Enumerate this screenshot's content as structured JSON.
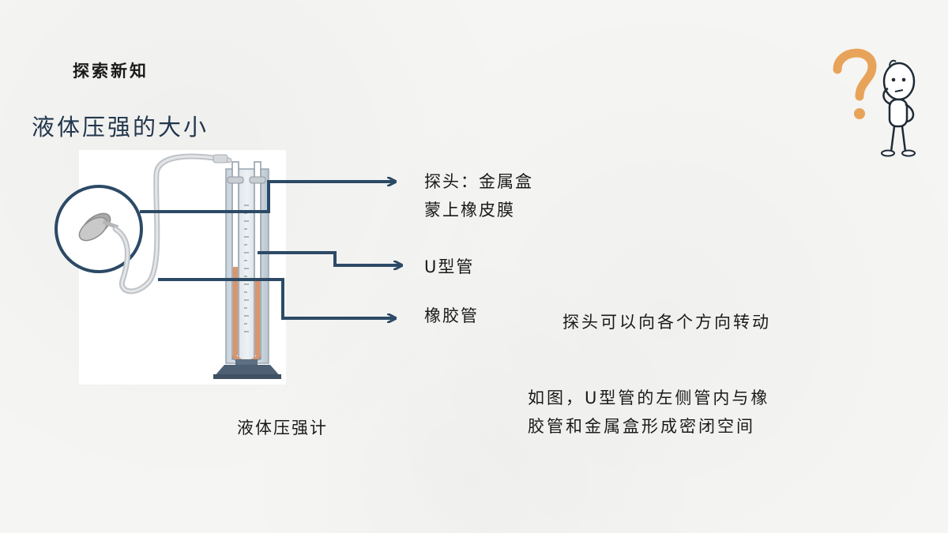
{
  "section_label": "探索新知",
  "title": "液体压强的大小",
  "labels": {
    "probe_line1": "探头：金属盒",
    "probe_line2": "蒙上橡皮膜",
    "u_tube": "U型管",
    "hose": "橡胶管"
  },
  "notes": {
    "rotate": "探头可以向各个方向转动",
    "closed_line1": "如图，U型管的左侧管内与橡",
    "closed_line2": "胶管和金属盒形成密闭空间"
  },
  "caption": "液体压强计",
  "colors": {
    "arrow": "#2c4a66",
    "title": "#22364d",
    "liquid": "#d9956b",
    "figure_accent": "#e8a35a"
  },
  "icons": [
    "thinking-figure-icon",
    "question-mark-icon"
  ]
}
